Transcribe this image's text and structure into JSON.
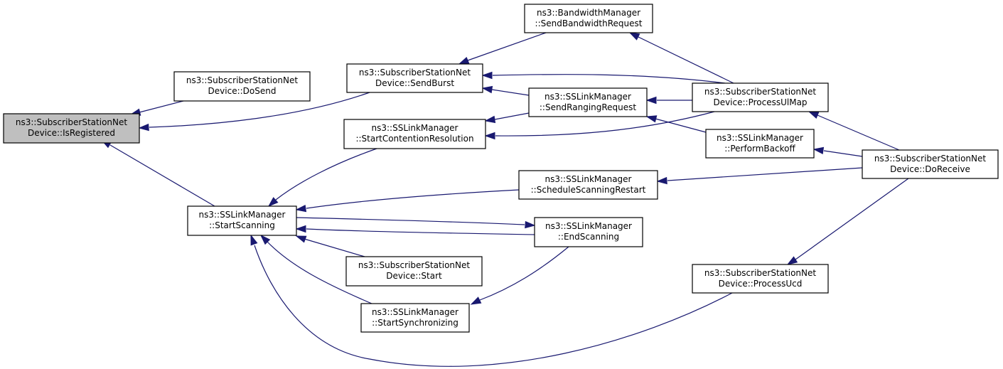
{
  "diagram": {
    "type": "call-graph (caller graph)",
    "focus_node": "is_registered",
    "nodes": [
      {
        "id": "is_registered",
        "lines": [
          "ns3::SubscriberStationNet",
          "Device::IsRegistered"
        ],
        "highlighted": true
      },
      {
        "id": "do_send",
        "lines": [
          "ns3::SubscriberStationNet",
          "Device::DoSend"
        ]
      },
      {
        "id": "send_burst",
        "lines": [
          "ns3::SubscriberStationNet",
          "Device::SendBurst"
        ]
      },
      {
        "id": "start_contention_resolution",
        "lines": [
          "ns3::SSLinkManager",
          "::StartContentionResolution"
        ]
      },
      {
        "id": "send_bandwidth_request",
        "lines": [
          "ns3::BandwidthManager",
          "::SendBandwidthRequest"
        ]
      },
      {
        "id": "send_ranging_request",
        "lines": [
          "ns3::SSLinkManager",
          "::SendRangingRequest"
        ]
      },
      {
        "id": "process_ul_map",
        "lines": [
          "ns3::SubscriberStationNet",
          "Device::ProcessUlMap"
        ]
      },
      {
        "id": "perform_backoff",
        "lines": [
          "ns3::SSLinkManager",
          "::PerformBackoff"
        ]
      },
      {
        "id": "do_receive",
        "lines": [
          "ns3::SubscriberStationNet",
          "Device::DoReceive"
        ]
      },
      {
        "id": "schedule_scanning_restart",
        "lines": [
          "ns3::SSLinkManager",
          "::ScheduleScanningRestart"
        ]
      },
      {
        "id": "start_scanning",
        "lines": [
          "ns3::SSLinkManager",
          "::StartScanning"
        ]
      },
      {
        "id": "end_scanning",
        "lines": [
          "ns3::SSLinkManager",
          "::EndScanning"
        ]
      },
      {
        "id": "start",
        "lines": [
          "ns3::SubscriberStationNet",
          "Device::Start"
        ]
      },
      {
        "id": "start_synchronizing",
        "lines": [
          "ns3::SSLinkManager",
          "::StartSynchronizing"
        ]
      },
      {
        "id": "process_ucd",
        "lines": [
          "ns3::SubscriberStationNet",
          "Device::ProcessUcd"
        ]
      }
    ],
    "edges": [
      {
        "from": "do_send",
        "to": "is_registered"
      },
      {
        "from": "send_burst",
        "to": "is_registered"
      },
      {
        "from": "start_scanning",
        "to": "is_registered"
      },
      {
        "from": "send_bandwidth_request",
        "to": "send_burst"
      },
      {
        "from": "process_ul_map",
        "to": "send_burst"
      },
      {
        "from": "send_ranging_request",
        "to": "send_burst"
      },
      {
        "from": "process_ul_map",
        "to": "send_bandwidth_request"
      },
      {
        "from": "process_ul_map",
        "to": "send_ranging_request"
      },
      {
        "from": "perform_backoff",
        "to": "send_ranging_request"
      },
      {
        "from": "send_ranging_request",
        "to": "start_contention_resolution"
      },
      {
        "from": "process_ul_map",
        "to": "start_contention_resolution"
      },
      {
        "from": "do_receive",
        "to": "process_ul_map"
      },
      {
        "from": "do_receive",
        "to": "perform_backoff"
      },
      {
        "from": "do_receive",
        "to": "schedule_scanning_restart"
      },
      {
        "from": "do_receive",
        "to": "process_ucd"
      },
      {
        "from": "start_contention_resolution",
        "to": "start_scanning"
      },
      {
        "from": "schedule_scanning_restart",
        "to": "start_scanning"
      },
      {
        "from": "start_scanning",
        "to": "end_scanning"
      },
      {
        "from": "end_scanning",
        "to": "start_scanning"
      },
      {
        "from": "start",
        "to": "start_scanning"
      },
      {
        "from": "start_synchronizing",
        "to": "start_scanning"
      },
      {
        "from": "process_ucd",
        "to": "start_scanning"
      },
      {
        "from": "end_scanning",
        "to": "start_synchronizing"
      }
    ],
    "colors": {
      "edge": "#191970",
      "node_border": "#000000",
      "node_fill": "#ffffff",
      "focus_fill": "#bfbfbf"
    }
  }
}
